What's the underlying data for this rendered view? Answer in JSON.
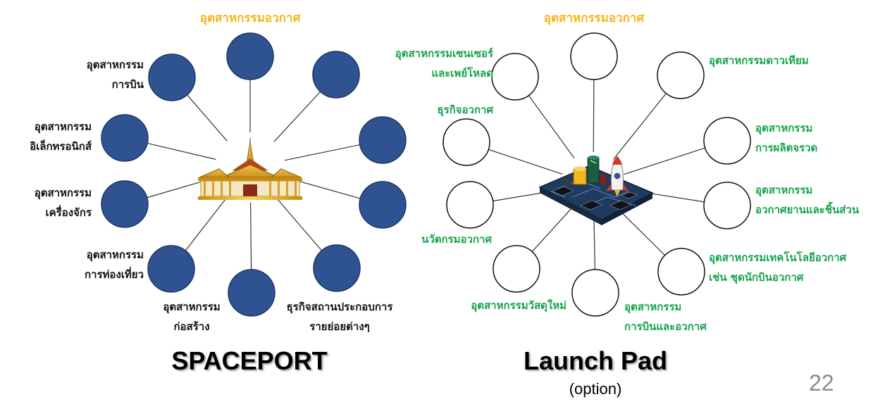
{
  "colors": {
    "accent_yellow": "#f2b71a",
    "green_text": "#16a34a",
    "black_text": "#111111",
    "node_fill": "#2f5290",
    "node_stroke": "#1f3768",
    "line": "#333333"
  },
  "spaceport": {
    "title": "SPACEPORT",
    "center_icon": "temple-icon",
    "nodes": [
      {
        "label": [
          "อุตสาหกรรมอวกาศ"
        ],
        "color": "#f2b71a"
      },
      {
        "label": [
          "อุตสาหกรรม",
          "การบิน"
        ],
        "color": "#111111"
      },
      {
        "label": [],
        "color": "#111111"
      },
      {
        "label": [
          "อุตสาหกรรม",
          "อิเล็กทรอนิกส์"
        ],
        "color": "#111111"
      },
      {
        "label": [],
        "color": "#111111"
      },
      {
        "label": [
          "อุตสาหกรรม",
          "เครื่องจักร"
        ],
        "color": "#111111"
      },
      {
        "label": [],
        "color": "#111111"
      },
      {
        "label": [
          "อุตสาหกรรม",
          "การท่องเที่ยว"
        ],
        "color": "#111111"
      },
      {
        "label": [
          "อุตสาหกรรม",
          "ก่อสร้าง"
        ],
        "color": "#111111"
      },
      {
        "label": [
          "ธุรกิจสถานประกอบการ",
          "รายย่อยต่างๆ"
        ],
        "color": "#111111"
      }
    ]
  },
  "launchpad": {
    "title": "Launch Pad",
    "subtitle": "(option)",
    "center_icon": "circuit-board-rocket-icon",
    "nodes": [
      {
        "label": [
          "อุตสาหกรรมอวกาศ"
        ],
        "color": "#f2b71a"
      },
      {
        "label": [
          "อุตสาหกรรมเซนเซอร์",
          "และเพย์โหลด"
        ],
        "color": "#16a34a"
      },
      {
        "label": [
          "อุตสาหกรรมดาวเทียม"
        ],
        "color": "#16a34a"
      },
      {
        "label": [
          "ธุรกิจอวกาศ"
        ],
        "color": "#16a34a"
      },
      {
        "label": [
          "อุตสาหกรรม",
          "การผลิตจรวด"
        ],
        "color": "#16a34a"
      },
      {
        "label": [
          "นวัตกรมอวกาศ"
        ],
        "color": "#16a34a"
      },
      {
        "label": [
          "อุตสาหกรรม",
          "อวกาศยานและชิ้นส่วน"
        ],
        "color": "#16a34a"
      },
      {
        "label": [
          "อุตสาหกรรมวัสดุใหม่"
        ],
        "color": "#16a34a"
      },
      {
        "label": [
          "อุตสาหกรรมเทคโนโลยีอวกาศ",
          "เช่น ชุดนักบินอวกาศ"
        ],
        "color": "#16a34a"
      },
      {
        "label": [
          "อุตสาหกรรม",
          "การบินและอวกาศ"
        ],
        "color": "#16a34a"
      }
    ]
  },
  "page_number": "22"
}
